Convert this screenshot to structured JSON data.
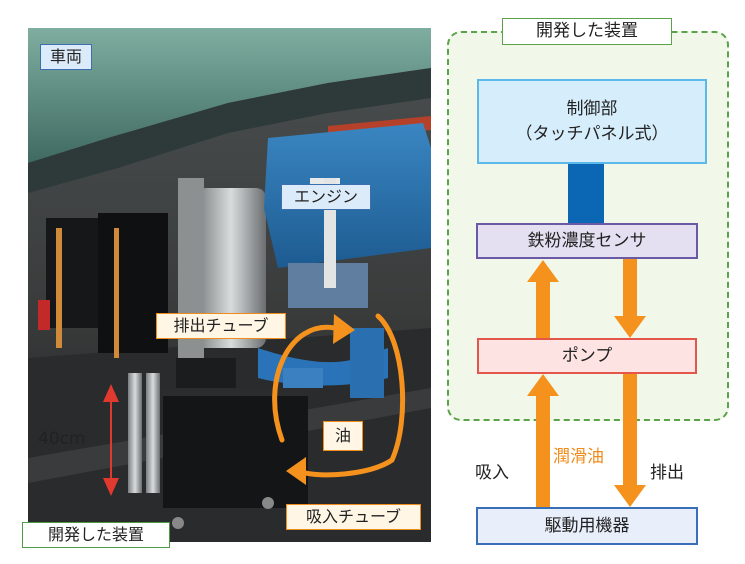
{
  "photo": {
    "labels": {
      "vehicle": "車両",
      "engine": "エンジン",
      "discharge_tube": "排出チューブ",
      "oil": "油",
      "suction_tube": "吸入チューブ",
      "height": "40cm",
      "device": "開発した装置"
    }
  },
  "diagram": {
    "panel_title": "開発した装置",
    "control_line1": "制御部",
    "control_line2": "（タッチパネル式）",
    "sensor": "鉄粉濃度センサ",
    "pump": "ポンプ",
    "drive": "駆動用機器",
    "suction": "吸入",
    "lubricant": "潤滑油",
    "discharge": "排出"
  },
  "colors": {
    "orange_arrow": "#f5921e",
    "blue_link": "#0b67b4",
    "panel_green": "#5aa34a"
  }
}
